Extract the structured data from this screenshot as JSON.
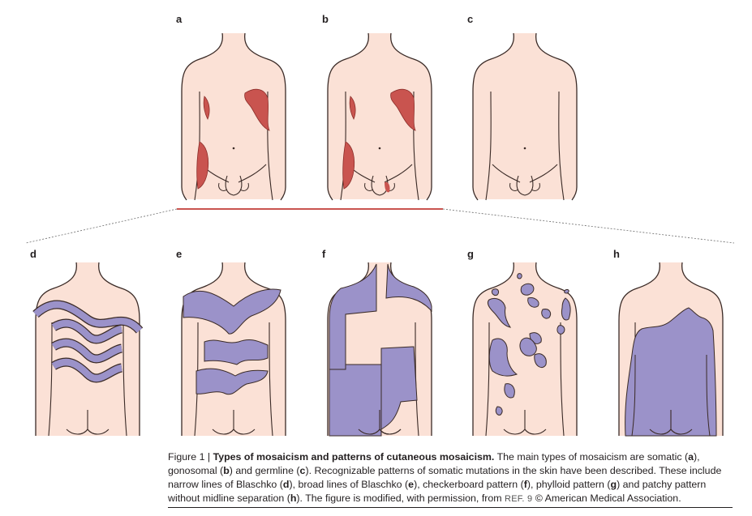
{
  "figure": {
    "colors": {
      "skin": "#fbe1d6",
      "outline": "#3a2a26",
      "red_patch": "#c9544f",
      "purple_patch": "#9b92c9",
      "connector_line": "#c9544f"
    },
    "panels": {
      "a": {
        "label": "a",
        "icon": "front-torso-somatic"
      },
      "b": {
        "label": "b",
        "icon": "front-torso-gonosomal"
      },
      "c": {
        "label": "c",
        "icon": "front-torso-germline"
      },
      "d": {
        "label": "d",
        "icon": "back-narrow-blaschko-lines"
      },
      "e": {
        "label": "e",
        "icon": "back-broad-blaschko-lines"
      },
      "f": {
        "label": "f",
        "icon": "back-checkerboard"
      },
      "g": {
        "label": "g",
        "icon": "back-phylloid"
      },
      "h": {
        "label": "h",
        "icon": "back-patchy"
      }
    }
  },
  "caption": {
    "figure_label": "Figure 1 | ",
    "title": "Types of mosaicism and patterns of cutaneous mosaicism.",
    "text_1": "  The main types of mosaicism are somatic (",
    "a": "a",
    "text_2": "), gonosomal (",
    "b": "b",
    "text_3": ") and germline (",
    "c": "c",
    "text_4": "). Recognizable patterns of somatic mutations in the skin have been described. These include narrow lines of Blaschko (",
    "d": "d",
    "text_5": "), broad lines of Blaschko (",
    "e": "e",
    "text_6": "), checkerboard pattern (",
    "f": "f",
    "text_7": "), phylloid pattern (",
    "g": "g",
    "text_8": ") and patchy pattern without midline separation (",
    "h": "h",
    "text_9": "). The figure is modified, with permission, from ",
    "ref": "REF. 9",
    "text_10": " © American Medical Association."
  }
}
